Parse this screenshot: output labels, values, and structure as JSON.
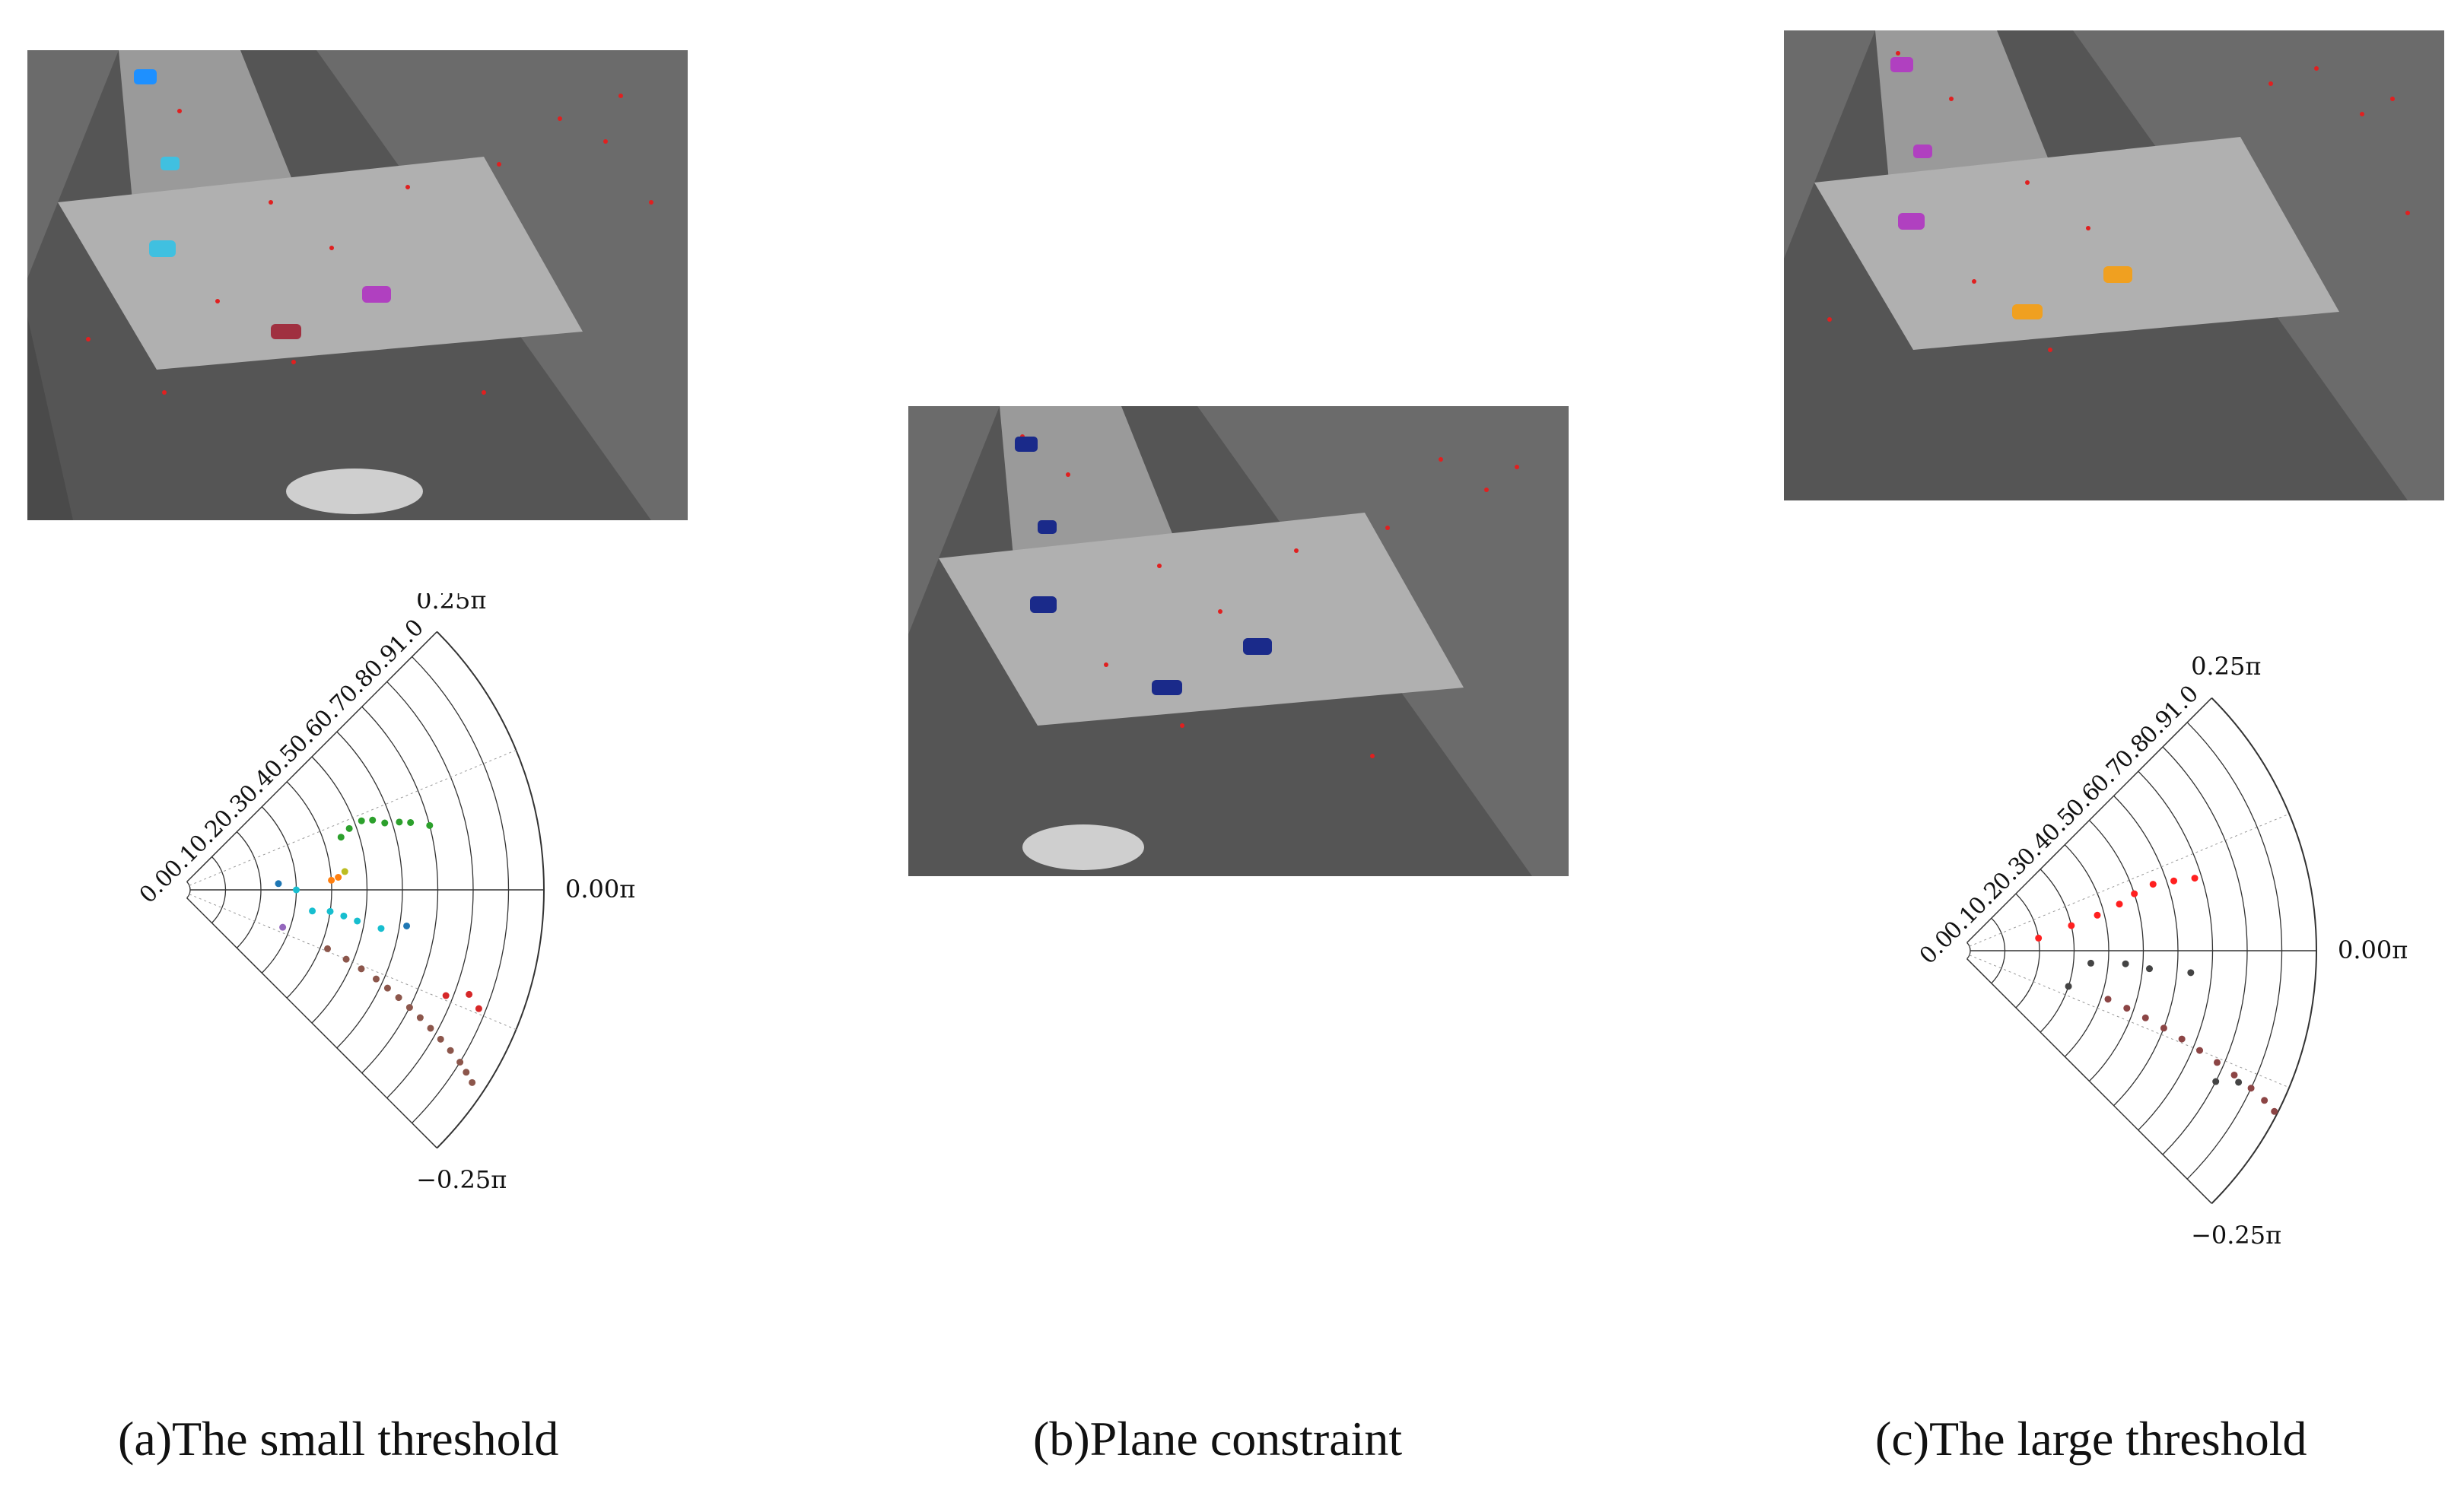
{
  "figure": {
    "panels": [
      {
        "id": "a",
        "caption": "(a)The small threshold",
        "has_polar": true
      },
      {
        "id": "b",
        "caption": "(b)Plane constraint",
        "has_polar": false
      },
      {
        "id": "c",
        "caption": "(c)The large threshold",
        "has_polar": true
      }
    ]
  },
  "chart_data": [
    {
      "type": "scatter",
      "panel": "a",
      "coordinate_system": "polar",
      "title": "",
      "radial_ticks": [
        "0.0",
        "0.1",
        "0.2",
        "0.3",
        "0.4",
        "0.5",
        "0.6",
        "0.7",
        "0.8",
        "0.9",
        "1.0"
      ],
      "angle_ticks": [
        "0.25π",
        "0.00π",
        "−0.25π"
      ],
      "rlim": [
        0,
        1.0
      ],
      "theta_range_pi": [
        -0.25,
        0.25
      ],
      "series": [
        {
          "color": "#2ca02c",
          "points": [
            [
              0.45,
              0.1
            ],
            [
              0.48,
              0.11
            ],
            [
              0.52,
              0.115
            ],
            [
              0.55,
              0.11
            ],
            [
              0.58,
              0.1
            ],
            [
              0.62,
              0.095
            ],
            [
              0.65,
              0.09
            ],
            [
              0.7,
              0.08
            ]
          ]
        },
        {
          "color": "#17becf",
          "points": [
            [
              0.35,
              -0.05
            ],
            [
              0.4,
              -0.045
            ],
            [
              0.44,
              -0.05
            ],
            [
              0.48,
              -0.055
            ],
            [
              0.55,
              -0.06
            ],
            [
              0.3,
              0.0
            ]
          ]
        },
        {
          "color": "#ff7f0e",
          "points": [
            [
              0.4,
              0.02
            ],
            [
              0.42,
              0.025
            ]
          ]
        },
        {
          "color": "#bcbd22",
          "points": [
            [
              0.44,
              0.035
            ]
          ]
        },
        {
          "color": "#1f77b4",
          "points": [
            [
              0.25,
              0.02
            ],
            [
              0.62,
              -0.05
            ]
          ]
        },
        {
          "color": "#9467bd",
          "points": [
            [
              0.28,
              -0.11
            ]
          ]
        },
        {
          "color": "#8c564b",
          "points": [
            [
              0.42,
              -0.12
            ],
            [
              0.48,
              -0.125
            ],
            [
              0.53,
              -0.13
            ],
            [
              0.58,
              -0.135
            ],
            [
              0.62,
              -0.14
            ],
            [
              0.66,
              -0.145
            ],
            [
              0.7,
              -0.15
            ],
            [
              0.74,
              -0.155
            ],
            [
              0.78,
              -0.16
            ],
            [
              0.82,
              -0.165
            ],
            [
              0.86,
              -0.17
            ],
            [
              0.9,
              -0.175
            ],
            [
              0.93,
              -0.18
            ],
            [
              0.96,
              -0.185
            ]
          ]
        },
        {
          "color": "#d62728",
          "points": [
            [
              0.78,
              -0.12
            ],
            [
              0.84,
              -0.11
            ],
            [
              0.88,
              -0.12
            ]
          ]
        }
      ]
    },
    {
      "type": "scatter",
      "panel": "c",
      "coordinate_system": "polar",
      "title": "",
      "radial_ticks": [
        "0.0",
        "0.1",
        "0.2",
        "0.3",
        "0.4",
        "0.5",
        "0.6",
        "0.7",
        "0.8",
        "0.9",
        "1.0"
      ],
      "angle_ticks": [
        "0.25π",
        "0.00π",
        "−0.25π"
      ],
      "rlim": [
        0,
        1.0
      ],
      "theta_range_pi": [
        -0.25,
        0.25
      ],
      "series": [
        {
          "color": "#ff2020",
          "points": [
            [
              0.2,
              0.05
            ],
            [
              0.3,
              0.07
            ],
            [
              0.38,
              0.08
            ],
            [
              0.45,
              0.09
            ],
            [
              0.5,
              0.1
            ],
            [
              0.56,
              0.105
            ],
            [
              0.62,
              0.1
            ],
            [
              0.68,
              0.095
            ]
          ]
        },
        {
          "color": "#444444",
          "points": [
            [
              0.35,
              -0.03
            ],
            [
              0.45,
              -0.025
            ],
            [
              0.52,
              -0.03
            ],
            [
              0.64,
              -0.03
            ],
            [
              0.3,
              -0.1
            ],
            [
              0.8,
              -0.15
            ],
            [
              0.86,
              -0.14
            ]
          ]
        },
        {
          "color": "#8c4545",
          "points": [
            [
              0.42,
              -0.1
            ],
            [
              0.48,
              -0.105
            ],
            [
              0.54,
              -0.11
            ],
            [
              0.6,
              -0.115
            ],
            [
              0.66,
              -0.12
            ],
            [
              0.72,
              -0.125
            ],
            [
              0.78,
              -0.13
            ],
            [
              0.84,
              -0.135
            ],
            [
              0.9,
              -0.14
            ],
            [
              0.95,
              -0.145
            ],
            [
              0.99,
              -0.15
            ]
          ]
        }
      ]
    }
  ]
}
